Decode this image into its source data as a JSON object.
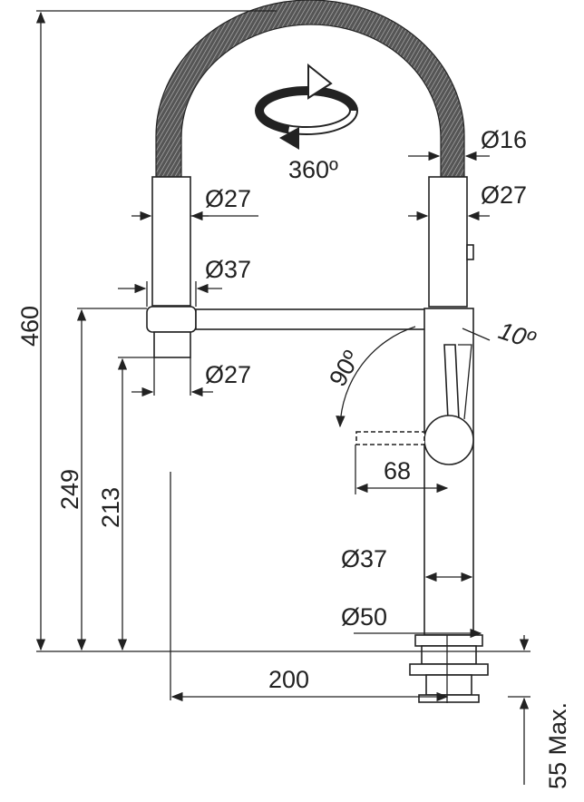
{
  "dimensions": {
    "total_height": "460",
    "arm_height": "249",
    "spout_height": "213",
    "reach": "200",
    "max_thickness": "55 Max.",
    "hose_diameter": "Ø16",
    "left_body_diameter": "Ø27",
    "right_body_diameter": "Ø27",
    "collar_diameter": "Ø37",
    "nozzle_diameter": "Ø27",
    "rotation": "360º",
    "lever_tilt": "10º",
    "lever_swing": "90º",
    "lever_length": "68",
    "column_diameter": "Ø37",
    "base_diameter": "Ø50"
  }
}
